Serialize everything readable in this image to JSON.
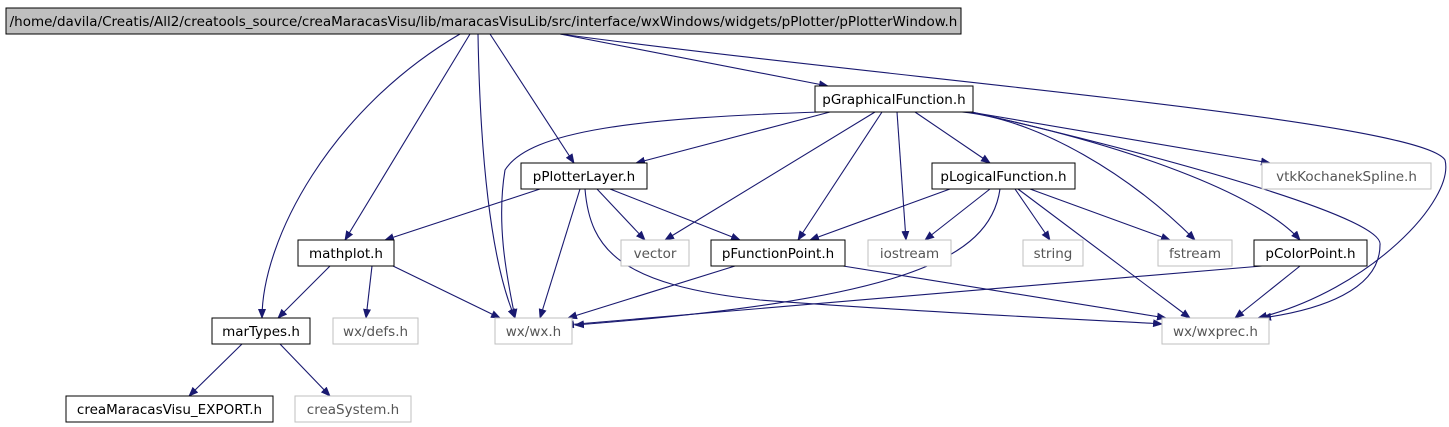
{
  "graph": {
    "root": "root",
    "nodes": [
      {
        "id": "root",
        "label": "/home/davila/Creatis/All2/creatools_source/creaMaracasVisu/lib/maracasVisuLib/src/interface/wxWindows/widgets/pPlotter/pPlotterWindow.h",
        "kind": "root"
      },
      {
        "id": "pGraphicalFunction",
        "label": "pGraphicalFunction.h",
        "kind": "header"
      },
      {
        "id": "pPlotterLayer",
        "label": "pPlotterLayer.h",
        "kind": "header"
      },
      {
        "id": "pLogicalFunction",
        "label": "pLogicalFunction.h",
        "kind": "header"
      },
      {
        "id": "vtkKochanekSpline",
        "label": "vtkKochanekSpline.h",
        "kind": "external"
      },
      {
        "id": "mathplot",
        "label": "mathplot.h",
        "kind": "header"
      },
      {
        "id": "vector",
        "label": "vector",
        "kind": "external"
      },
      {
        "id": "pFunctionPoint",
        "label": "pFunctionPoint.h",
        "kind": "header"
      },
      {
        "id": "iostream",
        "label": "iostream",
        "kind": "external"
      },
      {
        "id": "string",
        "label": "string",
        "kind": "external"
      },
      {
        "id": "fstream",
        "label": "fstream",
        "kind": "external"
      },
      {
        "id": "pColorPoint",
        "label": "pColorPoint.h",
        "kind": "header"
      },
      {
        "id": "marTypes",
        "label": "marTypes.h",
        "kind": "header"
      },
      {
        "id": "wxdefs",
        "label": "wx/defs.h",
        "kind": "external"
      },
      {
        "id": "wxwx",
        "label": "wx/wx.h",
        "kind": "external"
      },
      {
        "id": "wxprec",
        "label": "wx/wxprec.h",
        "kind": "external"
      },
      {
        "id": "EXPORT",
        "label": "creaMaracasVisu_EXPORT.h",
        "kind": "header"
      },
      {
        "id": "creaSystem",
        "label": "creaSystem.h",
        "kind": "external"
      }
    ],
    "edges": [
      [
        "root",
        "pGraphicalFunction"
      ],
      [
        "root",
        "pPlotterLayer"
      ],
      [
        "root",
        "mathplot"
      ],
      [
        "root",
        "marTypes"
      ],
      [
        "root",
        "wxwx"
      ],
      [
        "root",
        "wxprec"
      ],
      [
        "pGraphicalFunction",
        "pPlotterLayer"
      ],
      [
        "pGraphicalFunction",
        "pLogicalFunction"
      ],
      [
        "pGraphicalFunction",
        "vtkKochanekSpline"
      ],
      [
        "pGraphicalFunction",
        "vector"
      ],
      [
        "pGraphicalFunction",
        "pFunctionPoint"
      ],
      [
        "pGraphicalFunction",
        "iostream"
      ],
      [
        "pGraphicalFunction",
        "fstream"
      ],
      [
        "pGraphicalFunction",
        "pColorPoint"
      ],
      [
        "pGraphicalFunction",
        "wxwx"
      ],
      [
        "pGraphicalFunction",
        "wxprec"
      ],
      [
        "pPlotterLayer",
        "mathplot"
      ],
      [
        "pPlotterLayer",
        "vector"
      ],
      [
        "pPlotterLayer",
        "pFunctionPoint"
      ],
      [
        "pPlotterLayer",
        "wxwx"
      ],
      [
        "pPlotterLayer",
        "wxprec"
      ],
      [
        "pLogicalFunction",
        "pFunctionPoint"
      ],
      [
        "pLogicalFunction",
        "iostream"
      ],
      [
        "pLogicalFunction",
        "string"
      ],
      [
        "pLogicalFunction",
        "fstream"
      ],
      [
        "pLogicalFunction",
        "wxwx"
      ],
      [
        "pLogicalFunction",
        "wxprec"
      ],
      [
        "mathplot",
        "marTypes"
      ],
      [
        "mathplot",
        "wxdefs"
      ],
      [
        "mathplot",
        "wxwx"
      ],
      [
        "pFunctionPoint",
        "wxwx"
      ],
      [
        "pFunctionPoint",
        "wxprec"
      ],
      [
        "pColorPoint",
        "wxwx"
      ],
      [
        "pColorPoint",
        "wxprec"
      ],
      [
        "marTypes",
        "EXPORT"
      ],
      [
        "marTypes",
        "creaSystem"
      ]
    ],
    "colors": {
      "edge": "#191970",
      "root_fill": "#bfbfbf",
      "header_border": "#000000",
      "external_border": "#bfbfbf",
      "external_text": "#555555"
    }
  }
}
